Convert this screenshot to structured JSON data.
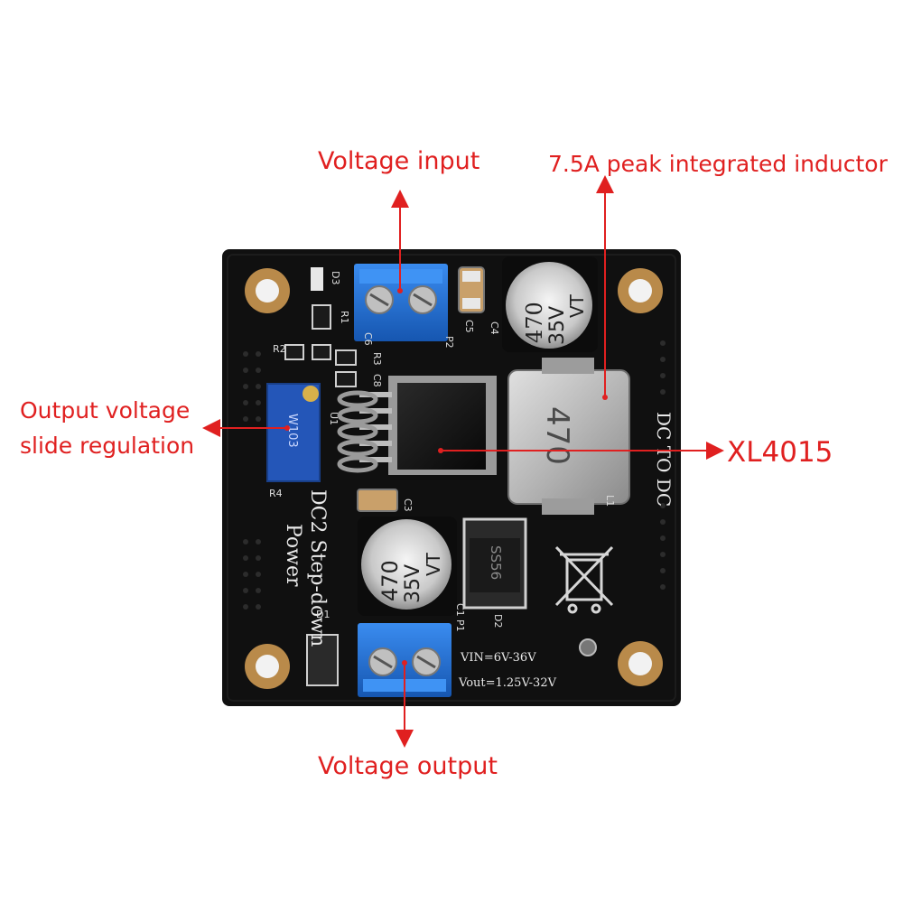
{
  "callouts": {
    "voltage_input": "Voltage input",
    "inductor": "7.5A peak integrated inductor",
    "output_regulation_line1": "Output voltage",
    "output_regulation_line2": "slide regulation",
    "chip": "XL4015",
    "voltage_output": "Voltage output"
  },
  "board": {
    "title_line1": "DC2 Step-down",
    "title_line2": "Power",
    "dc_label": "DC TO DC",
    "vin_spec": "VIN=6V-36V",
    "vout_spec": "Vout=1.25V-32V",
    "cap_value": "470",
    "cap_voltage": "35V",
    "cap_series": "VT",
    "inductor_marking": "470",
    "diode_marking": "SS56",
    "pot_marking": "W103",
    "refs": {
      "D3": "D3",
      "R1": "R1",
      "R2": "R2",
      "R3": "R3",
      "C8": "C8",
      "C6": "C6",
      "U1": "U1",
      "R4": "R4",
      "C4": "C4",
      "C5": "C5",
      "C3": "C3",
      "C1": "C1",
      "P1": "P1",
      "P2": "P2",
      "L1": "L1",
      "D1": "D1",
      "D2": "D2"
    }
  },
  "colors": {
    "callout_red": "#e02020",
    "pcb_black": "#101010",
    "terminal_blue": "#1f6fd6",
    "pot_blue": "#2456b8",
    "mount_gold": "#b98a4a"
  }
}
